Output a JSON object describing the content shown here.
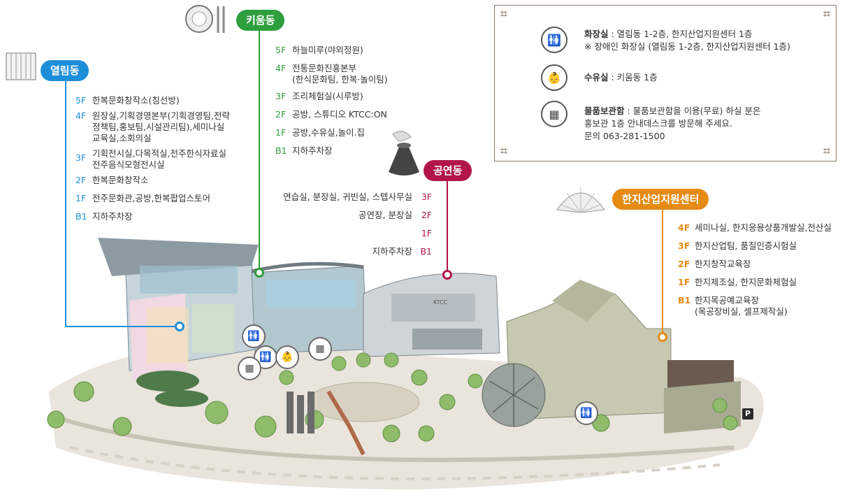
{
  "buildings": {
    "yeollim": {
      "name": "열림동",
      "color": "#1d8fd8",
      "floors": [
        {
          "floor": "5F",
          "text": "한복문화창작소(침선방)"
        },
        {
          "floor": "4F",
          "text": "원장실,기획경영본부(기획경영팀,전략\n정책팀,홍보팀,시설관리팀),세미나실\n교육실,소회의실"
        },
        {
          "floor": "3F",
          "text": "기획전시실,다목적실,전주한식자료실\n전주음식모형전시실"
        },
        {
          "floor": "2F",
          "text": "한복문화창작소"
        },
        {
          "floor": "1F",
          "text": "전주문화관,공방,한복팝업스토어"
        },
        {
          "floor": "B1",
          "text": "지하주차장"
        }
      ]
    },
    "kium": {
      "name": "키움동",
      "color": "#2e9e3e",
      "floors": [
        {
          "floor": "5F",
          "text": "하늘미루(야외정원)"
        },
        {
          "floor": "4F",
          "text": "전통문화진흥본부\n(한식문화팀, 한복·놀이팀)"
        },
        {
          "floor": "3F",
          "text": "조리체험실(시루방)"
        },
        {
          "floor": "2F",
          "text": "공방, 스튜디오 KTCC:ON"
        },
        {
          "floor": "1F",
          "text": "공방,수유실,놀이.집"
        },
        {
          "floor": "B1",
          "text": "지하주차장"
        }
      ]
    },
    "gongyeon": {
      "name": "공연동",
      "color": "#b1154a",
      "floors": [
        {
          "floor": "3F",
          "text": "연습실, 분장실, 귀빈실, 스텝사무실"
        },
        {
          "floor": "2F",
          "text": "공연장, 분장실"
        },
        {
          "floor": "1F",
          "text": ""
        },
        {
          "floor": "B1",
          "text": "지하주차장"
        }
      ]
    },
    "hanji": {
      "name": "한지산업지원센터",
      "color": "#e58a12",
      "floors": [
        {
          "floor": "4F",
          "text": "세미나실, 한지응용상품개발실,전산실"
        },
        {
          "floor": "3F",
          "text": "한지산업팀, 품질인증시험실"
        },
        {
          "floor": "2F",
          "text": "한지창작교육장"
        },
        {
          "floor": "1F",
          "text": "한지제조실, 한지문화체험실"
        },
        {
          "floor": "B1",
          "text": "한지목공예교육장\n(목공장비실, 셀프제작실)"
        }
      ]
    }
  },
  "legend": {
    "restroom": {
      "label": "화장실",
      "text": " : 열림동 1-2층, 한지산업지원센터 1층\n※ 장애인 화장실 (열림동 1-2층, 한지산업지원센터 1층)",
      "icon": "restroom-icon"
    },
    "nursing": {
      "label": "수유실",
      "text": " : 키움동 1층",
      "icon": "nursing-room-icon"
    },
    "locker": {
      "label": "물품보관함",
      "text": " : 물품보관함을 이용(무료) 하실 분은\n홍보관 1층 안내데스크를 방문해 주세요.\n문의  063-281-1500",
      "icon": "locker-icon"
    }
  },
  "map_labels": {
    "building_sign": "KTCC",
    "parking": "P"
  }
}
